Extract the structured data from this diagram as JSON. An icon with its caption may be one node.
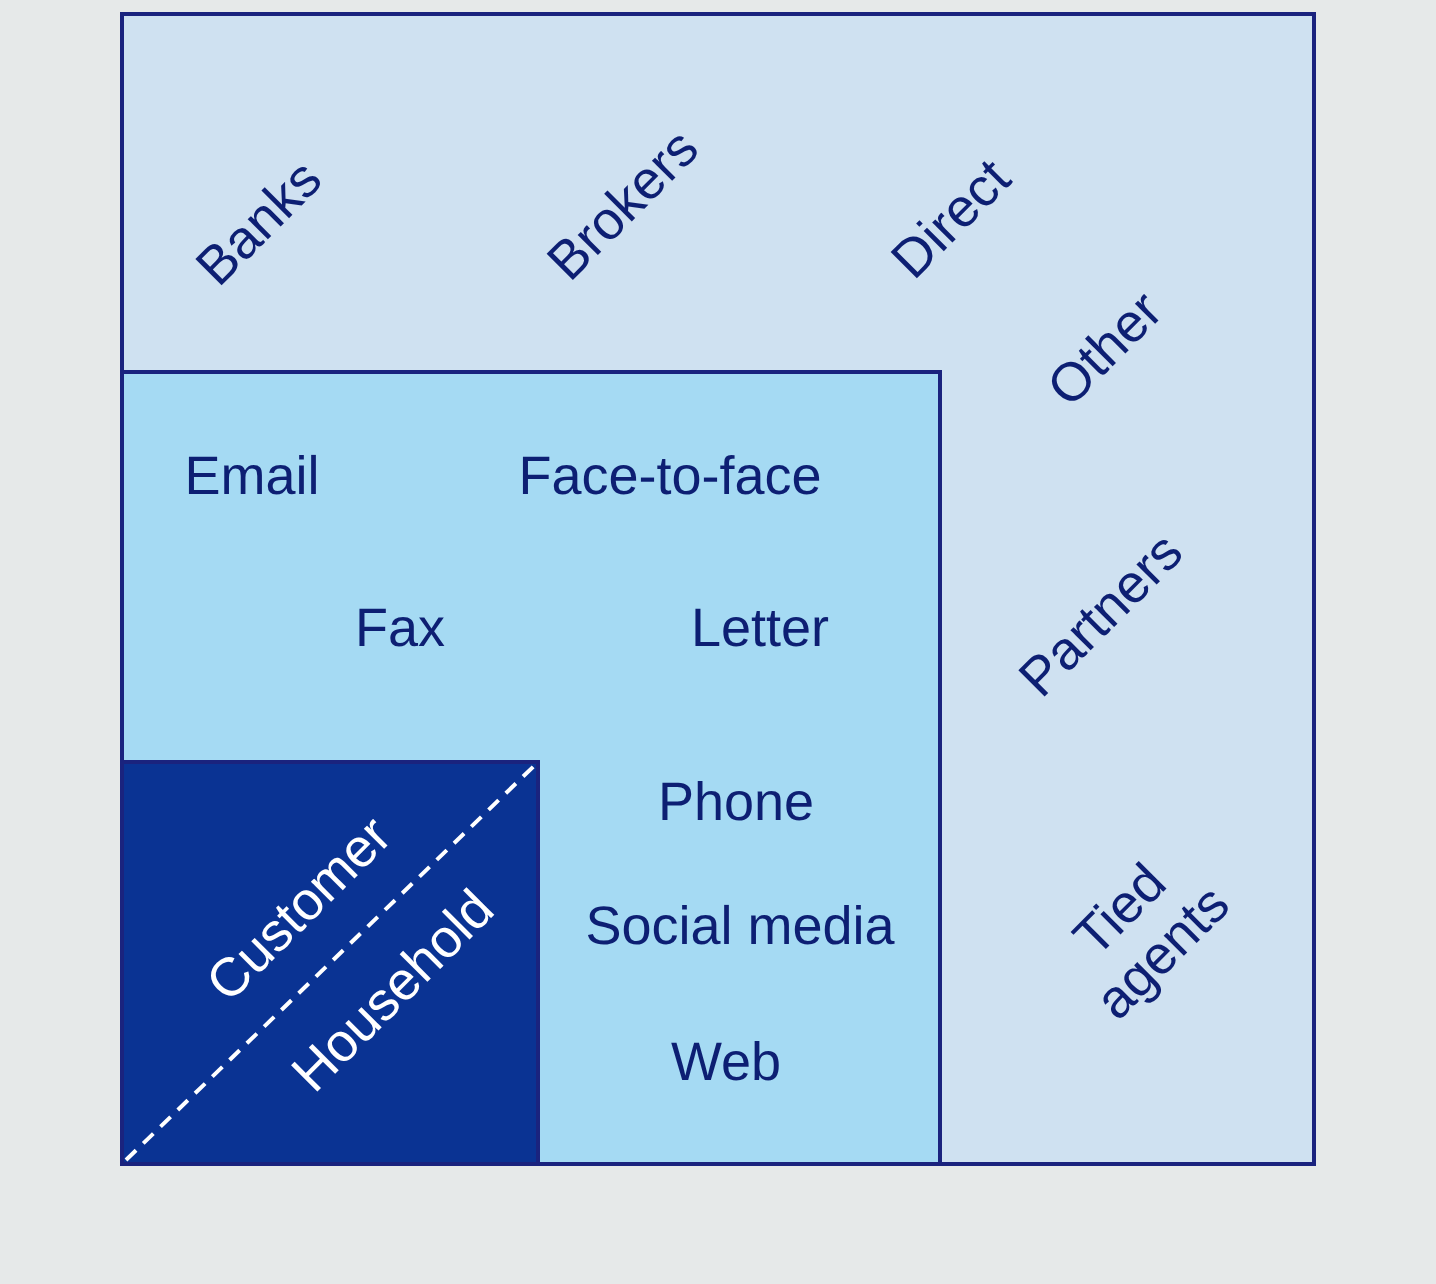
{
  "diagram": {
    "nodes": [
      {
        "text": [
          "Banks",
          "Brokers",
          "Direct",
          "Other",
          "Partners",
          "Tied agents"
        ]
      },
      {
        "text": [
          "Email",
          "Face-to-face",
          "Fax",
          "Letter",
          "Phone",
          "Social media",
          "Web"
        ],
        "in": 0
      },
      {
        "text": [
          "Customer",
          "Household"
        ],
        "in": 1
      }
    ]
  }
}
